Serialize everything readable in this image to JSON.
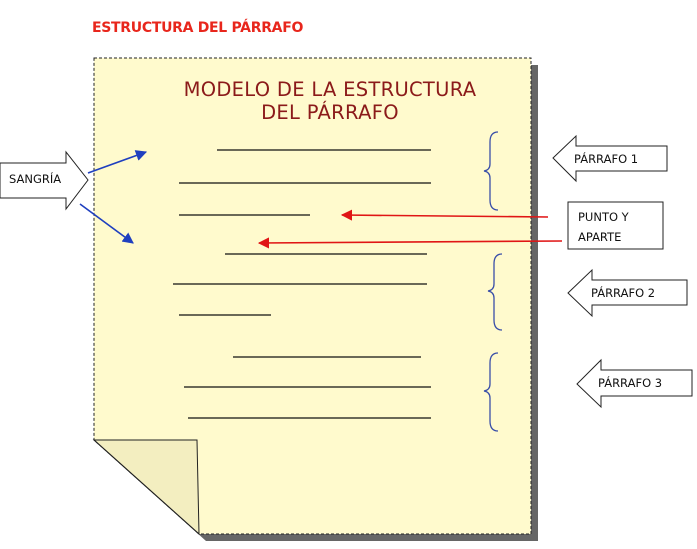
{
  "heading": "ESTRUCTURA DEL PÁRRAFO",
  "document": {
    "title_line1": "MODELO DE LA ESTRUCTURA",
    "title_line2": "DEL PÁRRAFO"
  },
  "labels": {
    "sangria": "SANGRÍA",
    "parrafo1": "PÁRRAFO 1",
    "parrafo2": "PÁRRAFO 2",
    "parrafo3": "PÁRRAFO 3",
    "punto_line1": "PUNTO Y",
    "punto_line2": "APARTE"
  },
  "colors": {
    "heading": "#e8261c",
    "page_fill": "#fffacd",
    "title": "#8b1a1a",
    "blue_arrow": "#1f3fbf",
    "red_arrow": "#e01515",
    "brace": "#3a4fa8"
  }
}
